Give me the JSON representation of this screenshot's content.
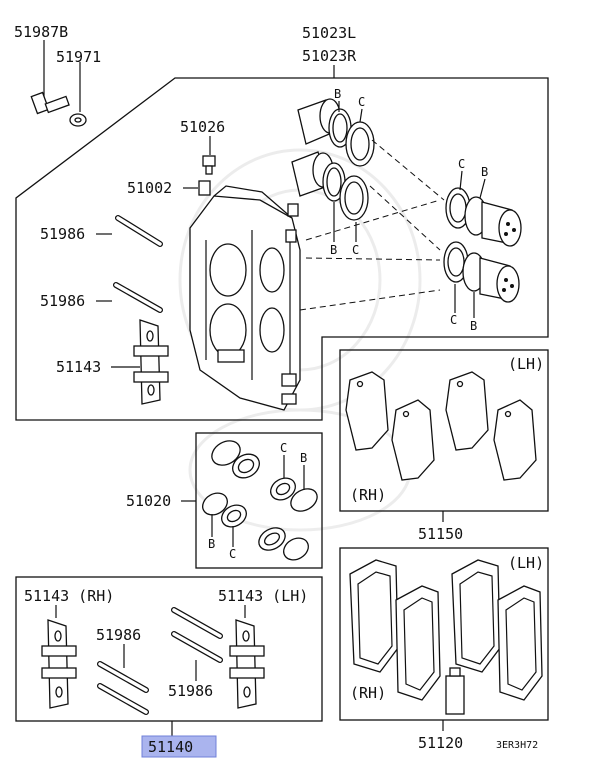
{
  "labels": {
    "p51987B": "51987B",
    "p51971": "51971",
    "p51023L": "51023L",
    "p51023R": "51023R",
    "p51026": "51026",
    "p51002": "51002",
    "p51986_a": "51986",
    "p51986_b": "51986",
    "p51143_a": "51143",
    "p51020": "51020",
    "p51150": "51150",
    "p51120": "51120",
    "p51140": "51140",
    "p51143_rh": "51143 (RH)",
    "p51143_lh": "51143 (LH)",
    "p51986_c": "51986",
    "p51986_d": "51986",
    "diagram_code": "3ER3H72"
  },
  "markers": {
    "B": "B",
    "C": "C",
    "LH": "(LH)",
    "RH": "(RH)"
  },
  "highlight_color": "#aab4ee"
}
